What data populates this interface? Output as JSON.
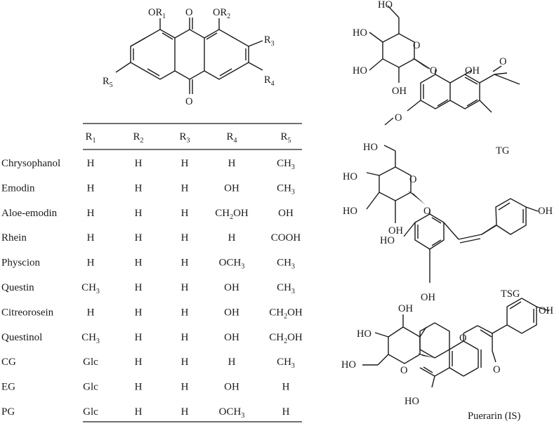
{
  "anthraquinone": {
    "o_top": "O",
    "o_bottom": "O",
    "or1": "OR",
    "or1_sub": "1",
    "or2": "OR",
    "or2_sub": "2",
    "r3": "R",
    "r3_sub": "3",
    "r4": "R",
    "r4_sub": "4",
    "r5": "R",
    "r5_sub": "5"
  },
  "table": {
    "headers": [
      {
        "main": "R",
        "sub": "1"
      },
      {
        "main": "R",
        "sub": "2"
      },
      {
        "main": "R",
        "sub": "3"
      },
      {
        "main": "R",
        "sub": "4"
      },
      {
        "main": "R",
        "sub": "5"
      }
    ],
    "rows": [
      {
        "name": "Chrysophanol",
        "cells": [
          [
            "H"
          ],
          [
            "H"
          ],
          [
            "H"
          ],
          [
            "H"
          ],
          [
            "CH",
            "3",
            ""
          ]
        ]
      },
      {
        "name": "Emodin",
        "cells": [
          [
            "H"
          ],
          [
            "H"
          ],
          [
            "H"
          ],
          [
            "OH"
          ],
          [
            "CH",
            "3",
            ""
          ]
        ]
      },
      {
        "name": "Aloe-emodin",
        "cells": [
          [
            "H"
          ],
          [
            "H"
          ],
          [
            "H"
          ],
          [
            "CH",
            "2",
            "OH"
          ],
          [
            "OH"
          ]
        ]
      },
      {
        "name": "Rhein",
        "cells": [
          [
            "H"
          ],
          [
            "H"
          ],
          [
            "H"
          ],
          [
            "H"
          ],
          [
            "COOH"
          ]
        ]
      },
      {
        "name": "Physcion",
        "cells": [
          [
            "H"
          ],
          [
            "H"
          ],
          [
            "H"
          ],
          [
            "OCH",
            "3",
            ""
          ],
          [
            "CH",
            "3",
            ""
          ]
        ]
      },
      {
        "name": "Questin",
        "cells": [
          [
            "CH",
            "3",
            ""
          ],
          [
            "H"
          ],
          [
            "H"
          ],
          [
            "OH"
          ],
          [
            "CH",
            "3",
            ""
          ]
        ]
      },
      {
        "name": "Citreorosein",
        "cells": [
          [
            "H"
          ],
          [
            "H"
          ],
          [
            "H"
          ],
          [
            "OH"
          ],
          [
            "CH",
            "2",
            "OH"
          ]
        ]
      },
      {
        "name": "Questinol",
        "cells": [
          [
            "CH",
            "3",
            ""
          ],
          [
            "H"
          ],
          [
            "H"
          ],
          [
            "OH"
          ],
          [
            "CH",
            "2",
            "OH"
          ]
        ]
      },
      {
        "name": "CG",
        "cells": [
          [
            "Glc"
          ],
          [
            "H"
          ],
          [
            "H"
          ],
          [
            "H"
          ],
          [
            "CH",
            "3",
            ""
          ]
        ]
      },
      {
        "name": "EG",
        "cells": [
          [
            "Glc"
          ],
          [
            "H"
          ],
          [
            "H"
          ],
          [
            "OH"
          ],
          [
            "H"
          ]
        ]
      },
      {
        "name": "PG",
        "cells": [
          [
            "Glc"
          ],
          [
            "H"
          ],
          [
            "H"
          ],
          [
            "OCH",
            "3",
            ""
          ],
          [
            "H"
          ]
        ]
      }
    ]
  },
  "tg": {
    "name": "TG",
    "labels": {
      "ho_ch2": "HO",
      "ho_2": "HO",
      "ho_3": "HO",
      "oh_sugar": "OH",
      "o_ring": "O",
      "o_link": "O",
      "oh_naph": "OH",
      "o_acetyl": "O",
      "ome": "O"
    }
  },
  "tsg": {
    "name": "TSG",
    "labels": {
      "ho_ch2": "HO",
      "ho_2": "HO",
      "ho_3": "HO",
      "oh_sugar": "OH",
      "o_ring": "O",
      "o_link": "O",
      "ho_ring": "HO",
      "oh_bottom": "OH",
      "oh_phenol": "OH"
    }
  },
  "puerarin": {
    "name": "Puerarin (IS)",
    "labels": {
      "oh_top": "OH",
      "ho_left": "HO",
      "ho_ch2": "HO",
      "o_sugar": "O",
      "o_chrom": "O",
      "o_keto": "O",
      "oh_phenol": "OH",
      "ho_bottom": "HO"
    }
  }
}
